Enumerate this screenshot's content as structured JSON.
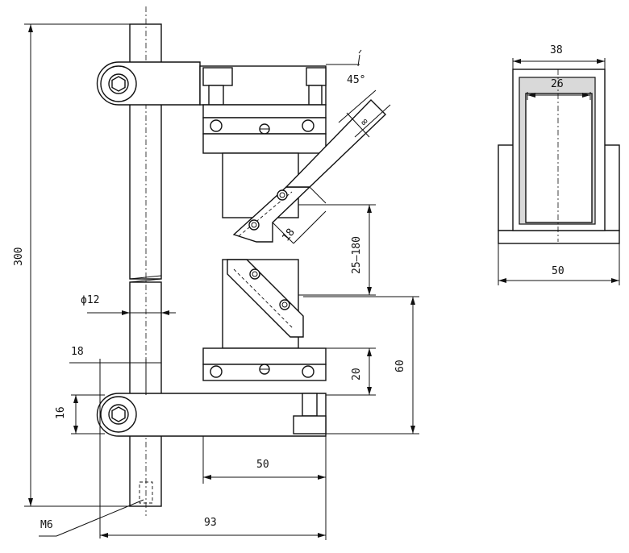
{
  "dimensions": {
    "height_300": "300",
    "dia_12": "ϕ12",
    "d18_left": "18",
    "d16": "16",
    "m6": "M6",
    "d93": "93",
    "d50_bottom": "50",
    "d20": "20",
    "d60": "60",
    "d25_180": "25–180",
    "d18_diag": "18",
    "inf_symbol": "∞",
    "angle_45": "45°",
    "side_38": "38",
    "side_26": "26",
    "side_50": "50"
  }
}
